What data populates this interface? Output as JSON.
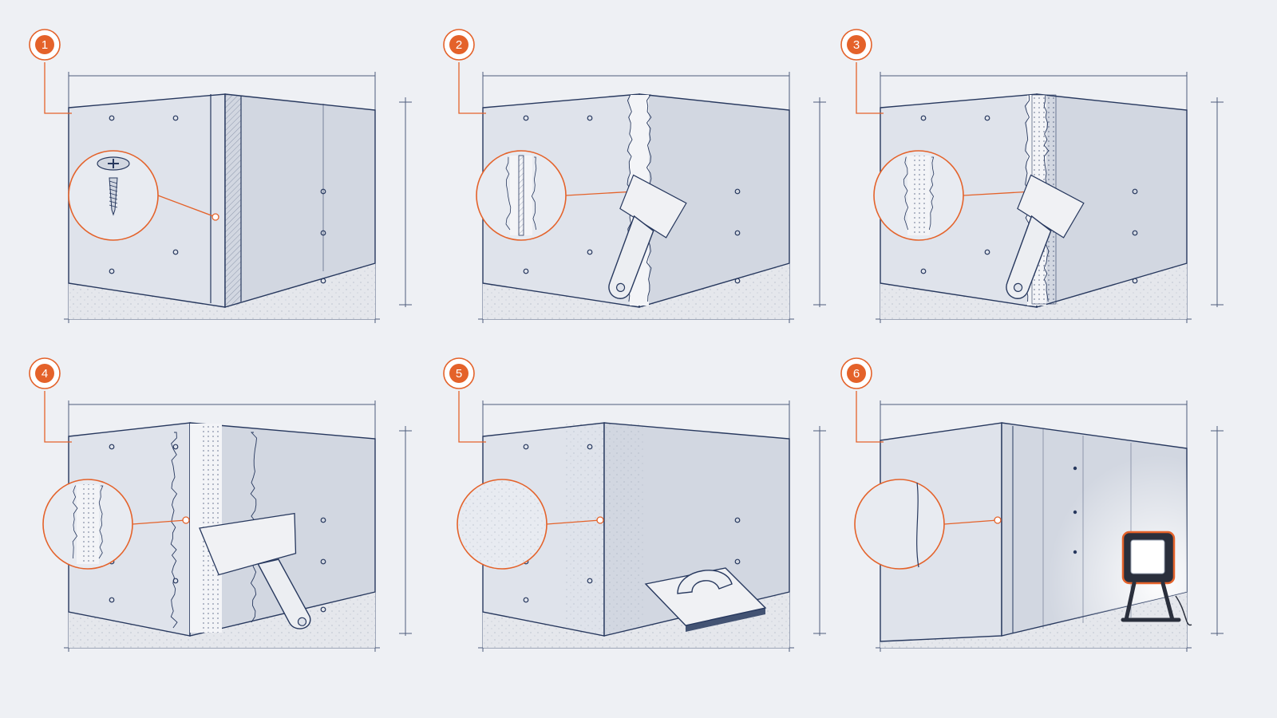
{
  "colors": {
    "background": "#eef0f4",
    "line": "#27385e",
    "accent": "#e4622a",
    "wall": "#dfe3eb",
    "wall_shade": "#d2d7e1",
    "floor": "#e5e7ec",
    "compound": "#f3f4f7",
    "tool_handle": "#eceef2",
    "tool_blade": "#f0f1f4",
    "light_body": "#2a2f3c",
    "light_frame": "#e4622a"
  },
  "steps": [
    {
      "number": "1",
      "tool": "screw-icon",
      "detail": "screw-head-detail"
    },
    {
      "number": "2",
      "tool": "putty-knife-icon",
      "detail": "gap-fill-detail"
    },
    {
      "number": "3",
      "tool": "putty-knife-icon",
      "detail": "mesh-tape-detail"
    },
    {
      "number": "4",
      "tool": "wide-spatula-icon",
      "detail": "finish-coat-detail"
    },
    {
      "number": "5",
      "tool": "sanding-float-icon",
      "detail": "smooth-surface-detail"
    },
    {
      "number": "6",
      "tool": "work-light-icon",
      "detail": "inspection-detail"
    }
  ]
}
